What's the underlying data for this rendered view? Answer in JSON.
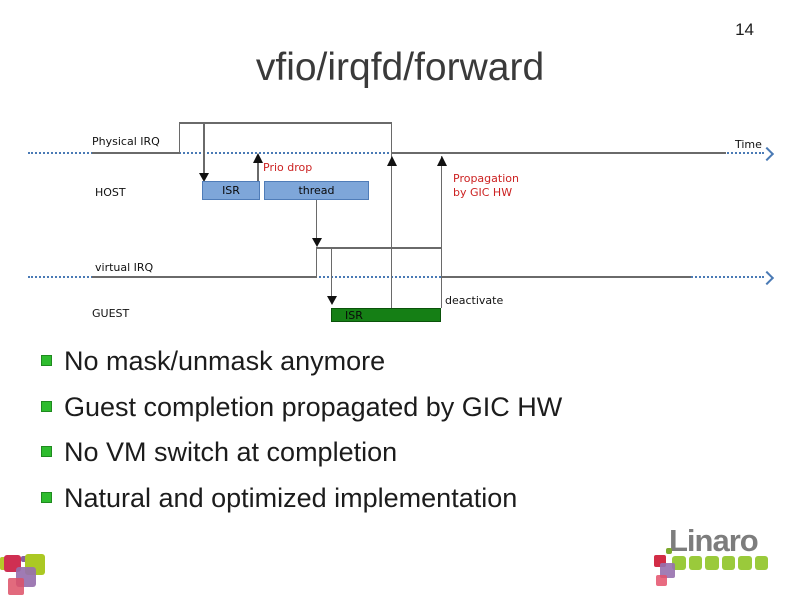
{
  "slide": {
    "page_number": "14",
    "title": "vfio/irqfd/forward"
  },
  "diagram": {
    "labels": {
      "physical_irq": "Physical IRQ",
      "host": "HOST",
      "virtual_irq": "virtual IRQ",
      "guest": "GUEST",
      "time": "Time",
      "prio_drop": "Prio drop",
      "propagation_line1": "Propagation",
      "propagation_line2": "by GIC HW",
      "deactivate": "deactivate"
    },
    "boxes": {
      "host_isr": "ISR",
      "host_thread": "thread",
      "guest_isr": "ISR"
    }
  },
  "bullets": {
    "items": [
      {
        "label": "No mask/unmask anymore"
      },
      {
        "label": "Guest completion propagated by GIC HW"
      },
      {
        "label": "No VM switch at completion"
      },
      {
        "label": "Natural and optimized implementation"
      }
    ]
  },
  "footer": {
    "logo_text": "Linaro"
  },
  "theme": {
    "title_gray": "#3A3A3A",
    "text_dark": "#1C1C1C",
    "timeline_blue": "#4A7AB5",
    "trace_gray": "#6A6A6A",
    "arrow_black": "#111111",
    "host_box_fill": "#7EA6D9",
    "host_box_border": "#4F7CB8",
    "guest_box_fill": "#157F15",
    "guest_box_border": "#0A520A",
    "annotation_red": "#CC2222",
    "bullet_green": "#2EBC2E",
    "logo_gray": "#7D7D7D",
    "logo_green": "#9ACA3B",
    "logo_red": "#D22C46",
    "logo_purple": "#9770AE",
    "logo_pink": "#E4516B",
    "corner_green": "#ABC823"
  }
}
